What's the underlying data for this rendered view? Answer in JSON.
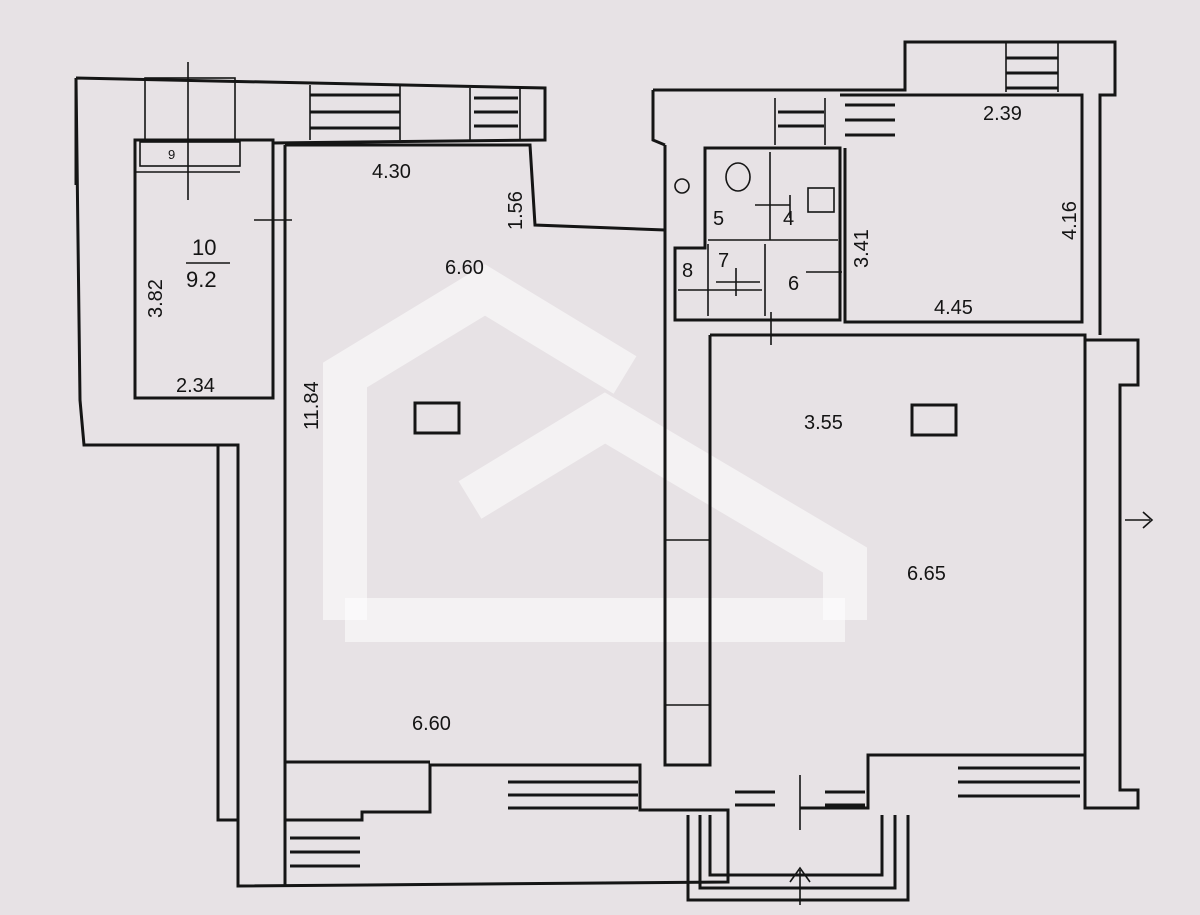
{
  "dimensions": {
    "left_top_width": "4.30",
    "left_upper_span": "6.60",
    "left_bottom_span": "6.60",
    "left_height": "11.84",
    "niche_depth": "1.56",
    "room10_height": "3.82",
    "room10_width": "2.34",
    "right_top_width": "2.39",
    "right_top_height": "4.16",
    "right_top_span": "4.45",
    "bath_height": "3.41",
    "right_large_width": "3.55",
    "right_large_length": "6.65"
  },
  "rooms": {
    "room10_number": "10",
    "room10_area": "9.2",
    "room9_number": "9",
    "room5_number": "5",
    "room4_number": "4",
    "room8_number": "8",
    "room7_number": "7",
    "room6_number": "6"
  }
}
